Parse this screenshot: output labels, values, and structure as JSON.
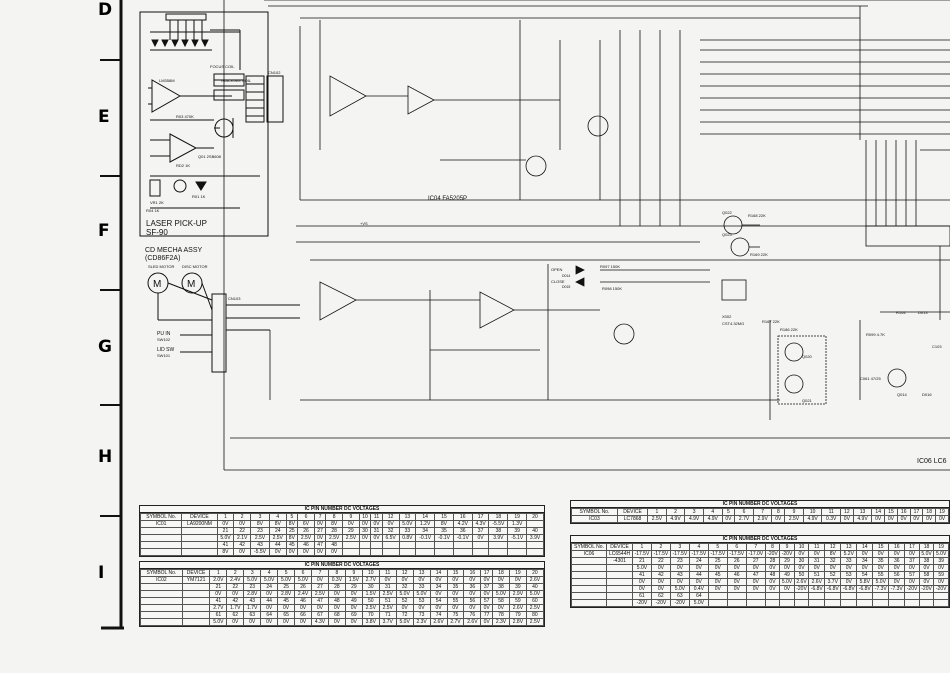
{
  "row_labels": [
    "D",
    "E",
    "F",
    "G",
    "H",
    "I"
  ],
  "blocks": {
    "laser_pickup_1": "LASER PICK-UP",
    "laser_pickup_2": "SF-90",
    "cd_mecha_1": "CD MECHA ASSY",
    "cd_mecha_2": "(CD86F2A)",
    "sled_motor": "SLED MOTOR",
    "disc_motor": "DISC MOTOR",
    "ic04_label": "IC04  FA5205P",
    "ic06_label": "IC06  LC6",
    "pu_in": "PU IN",
    "pu_in_sw": "SW102",
    "lid_sw": "LID SW",
    "lid_sw_ref": "SW101"
  },
  "parts": {
    "ic01": "LM358M",
    "focus_coil": "FOCUS COIL",
    "tracking_coil": "TRACKING COIL",
    "q01": "Q01 2SB608",
    "r03": "R03 470K",
    "rd2": "RD2 1K",
    "r01": "R01 1K",
    "vr1": "VR1 2K",
    "r04": "R04 1K",
    "open": "OPEN",
    "close": "CLOSE",
    "d014": "D014",
    "d015": "D015",
    "r97": "R097 150K",
    "r98": "R098 150K",
    "q022": "Q022",
    "q023": "Q023",
    "r168": "R168 22K",
    "r169": "R169 22K",
    "r167": "R167 22K",
    "r186": "R186 22K",
    "x002": "X002",
    "cst": "CST4.32MG",
    "q020": "Q020",
    "q021": "Q021",
    "r099": "R099 4.7K",
    "c061": "C061 47/25",
    "q014": "Q014",
    "d016": "D016",
    "c103": "C103",
    "r104": "R104",
    "d013": "D013",
    "cn102": "CN102",
    "cn103": "CN103",
    "vs": "+VS"
  },
  "table_ic01": {
    "title": "IC PIN NUMBER DC VOLTAGES",
    "rows": [
      [
        "SYMBOL No.",
        "DEVICE",
        "1",
        "2",
        "3",
        "4",
        "5",
        "6",
        "7",
        "8",
        "9",
        "10",
        "11",
        "12",
        "13",
        "14",
        "15",
        "16",
        "17",
        "18",
        "19",
        "20"
      ],
      [
        "IC01",
        "LA9200NM",
        "0V",
        "0V",
        "8V",
        "8V",
        "8V",
        "6V",
        "0V",
        "8V",
        "0V",
        "0V",
        "0V",
        "0V",
        "5.0V",
        "1.2V",
        "8V",
        "4.2V",
        "4.3V",
        "-5.5V",
        "1.3V",
        ""
      ],
      [
        "",
        "",
        "21",
        "22",
        "23",
        "24",
        "25",
        "26",
        "27",
        "28",
        "29",
        "30",
        "31",
        "32",
        "33",
        "34",
        "35",
        "36",
        "37",
        "38",
        "39",
        "40"
      ],
      [
        "",
        "",
        "5.0V",
        "2.1V",
        "2.5V",
        "2.5V",
        "8V",
        "2.5V",
        "0V",
        "2.5V",
        "2.5V",
        "0V",
        "0V",
        "6.5V",
        "0.8V",
        "-0.1V",
        "-0.1V",
        "-0.1V",
        "0V",
        "3.9V",
        "-5.1V",
        "3.9V"
      ],
      [
        "",
        "",
        "41",
        "42",
        "43",
        "44",
        "45",
        "46",
        "47",
        "48",
        "",
        "",
        "",
        "",
        "",
        "",
        "",
        "",
        "",
        "",
        "",
        ""
      ],
      [
        "",
        "",
        "8V",
        "0V",
        "-5.5V",
        "0V",
        "0V",
        "0V",
        "0V",
        "0V",
        "",
        "",
        "",
        "",
        "",
        "",
        "",
        "",
        "",
        "",
        "",
        ""
      ]
    ]
  },
  "table_ic02": {
    "title": "IC PIN NUMBER DC VOLTAGES",
    "rows": [
      [
        "SYMBOL No.",
        "DEVICE",
        "1",
        "2",
        "3",
        "4",
        "5",
        "6",
        "7",
        "8",
        "9",
        "10",
        "11",
        "12",
        "13",
        "14",
        "15",
        "16",
        "17",
        "18",
        "19",
        "20"
      ],
      [
        "IC02",
        "YM7121",
        "2.0V",
        "2.4V",
        "5.0V",
        "5.0V",
        "5.0V",
        "5.0V",
        "0V",
        "0.3V",
        "1.5V",
        "2.7V",
        "0V",
        "0V",
        "0V",
        "0V",
        "0V",
        "0V",
        "0V",
        "0V",
        "0V",
        "2.6V"
      ],
      [
        "",
        "",
        "21",
        "22",
        "23",
        "24",
        "25",
        "26",
        "27",
        "28",
        "29",
        "30",
        "31",
        "32",
        "33",
        "34",
        "35",
        "36",
        "37",
        "38",
        "39",
        "40"
      ],
      [
        "",
        "",
        "0V",
        "0V",
        "2.8V",
        "0V",
        "2.8V",
        "2.4V",
        "2.5V",
        "0V",
        "0V",
        "1.5V",
        "2.5V",
        "5.0V",
        "5.0V",
        "0V",
        "0V",
        "0V",
        "0V",
        "5.0V",
        "2.9V",
        "5.0V"
      ],
      [
        "",
        "",
        "41",
        "42",
        "43",
        "44",
        "45",
        "46",
        "47",
        "48",
        "49",
        "50",
        "51",
        "52",
        "53",
        "54",
        "55",
        "56",
        "57",
        "58",
        "59",
        "60"
      ],
      [
        "",
        "",
        "2.7V",
        "1.7V",
        "1.7V",
        "0V",
        "0V",
        "0V",
        "0V",
        "0V",
        "0V",
        "2.5V",
        "2.5V",
        "0V",
        "0V",
        "0V",
        "0V",
        "0V",
        "0V",
        "0V",
        "2.6V",
        "2.5V"
      ],
      [
        "",
        "",
        "61",
        "62",
        "63",
        "64",
        "65",
        "66",
        "67",
        "68",
        "69",
        "70",
        "71",
        "72",
        "73",
        "74",
        "75",
        "76",
        "77",
        "78",
        "79",
        "80"
      ],
      [
        "",
        "",
        "5.0V",
        "0V",
        "0V",
        "0V",
        "0V",
        "0V",
        "4.3V",
        "0V",
        "0V",
        "3.8V",
        "3.7V",
        "5.0V",
        "2.3V",
        "2.6V",
        "2.7V",
        "2.6V",
        "0V",
        "2.3V",
        "2.8V",
        "2.5V"
      ]
    ]
  },
  "table_ic03": {
    "title": "IC PIN NUMBER DC VOLTAGES",
    "rows": [
      [
        "SYMBOL No.",
        "DEVICE",
        "1",
        "2",
        "3",
        "4",
        "5",
        "6",
        "7",
        "8",
        "9",
        "10",
        "11",
        "12",
        "13",
        "14",
        "15",
        "16",
        "17",
        "18",
        "19"
      ],
      [
        "IC03",
        "LC7868",
        "2.5V",
        "4.9V",
        "4.9V",
        "4.9V",
        "0V",
        "2.7V",
        "2.9V",
        "0V",
        "2.5V",
        "4.9V",
        "0.3V",
        "0V",
        "4.9V",
        "0V",
        "0V",
        "0V",
        "0V",
        "0V",
        "0V"
      ]
    ]
  },
  "table_ic06": {
    "title": "IC PIN NUMBER DC VOLTAGES",
    "rows": [
      [
        "SYMBOL No.",
        "DEVICE",
        "1",
        "2",
        "3",
        "4",
        "5",
        "6",
        "7",
        "8",
        "9",
        "10",
        "11",
        "12",
        "13",
        "14",
        "15",
        "16",
        "17",
        "18",
        "19"
      ],
      [
        "IC06",
        "LC6544H",
        "-17.5V",
        "-17.5V",
        "-17.5V",
        "-17.5V",
        "-17.5V",
        "-17.5V",
        "-17.0V",
        "-20V",
        "-20V",
        "0V",
        "0V",
        "8V",
        "5.2V",
        "0V",
        "0V",
        "0V",
        "0V",
        "5.0V",
        "5.0V"
      ],
      [
        "",
        "-4301",
        "21",
        "22",
        "23",
        "24",
        "25",
        "26",
        "27",
        "28",
        "29",
        "30",
        "31",
        "32",
        "33",
        "34",
        "35",
        "36",
        "37",
        "38",
        "39"
      ],
      [
        "",
        "",
        "5.0V",
        "0V",
        "0V",
        "0V",
        "0V",
        "0V",
        "0V",
        "0V",
        "0V",
        "0V",
        "0V",
        "0V",
        "0V",
        "0V",
        "0V",
        "0V",
        "0V",
        "0V",
        "0V"
      ],
      [
        "",
        "",
        "41",
        "42",
        "43",
        "44",
        "45",
        "46",
        "47",
        "48",
        "49",
        "50",
        "51",
        "52",
        "53",
        "54",
        "55",
        "56",
        "57",
        "58",
        "59"
      ],
      [
        "",
        "",
        "0V",
        "0V",
        "0V",
        "0V",
        "0V",
        "0V",
        "0V",
        "0V",
        "5.0V",
        "2.6V",
        "2.6V",
        "3.7V",
        "0V",
        "5.8V",
        "5.0V",
        "0V",
        "0V",
        "0V",
        "0V"
      ],
      [
        "",
        "",
        "0V",
        "0V",
        "5.0V",
        "0.4V",
        "0V",
        "0V",
        "0V",
        "0V",
        "0V",
        "-20V",
        "-6.8V",
        "-6.8V",
        "-6.8V",
        "-6.8V",
        "-7.3V",
        "-7.3V",
        "-20V",
        "-20V",
        "-20V"
      ],
      [
        "",
        "",
        "61",
        "62",
        "63",
        "64",
        "",
        "",
        "",
        "",
        "",
        "",
        "",
        "",
        "",
        "",
        "",
        "",
        "",
        "",
        ""
      ],
      [
        "",
        "",
        "-20V",
        "-20V",
        "-20V",
        "5.0V",
        "",
        "",
        "",
        "",
        "",
        "",
        "",
        "",
        "",
        "",
        "",
        "",
        "",
        "",
        ""
      ]
    ]
  }
}
